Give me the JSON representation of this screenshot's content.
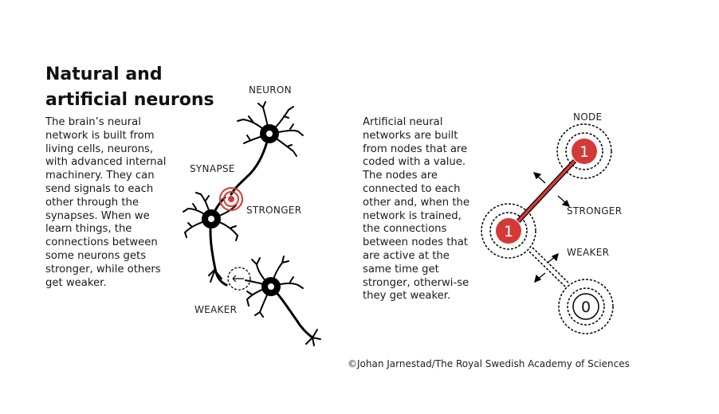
{
  "title_line1": "Natural and",
  "title_line2": "artificial neurons",
  "left_paragraph": "The brain’s neural network is built from living cells, neurons, with advanced internal machinery. They can send signals to each other through the synapses. When we learn things, the connections between some neurons gets stronger, while others get weaker.",
  "right_paragraph": "Artificial neural networks are built from nodes that are coded with a value. The nodes are connected to each other and, when the network is trained, the connections between nodes that are active at the same time get stronger, otherwi-se they get weaker.",
  "labels": {
    "neuron": "NEURON",
    "synapse": "SYNAPSE",
    "stronger_left": "STRONGER",
    "weaker_left": "WEAKER",
    "node": "NODE",
    "stronger_right": "STRONGER",
    "weaker_right": "WEAKER"
  },
  "nodes": {
    "top_value": "1",
    "middle_value": "1",
    "bottom_value": "0"
  },
  "credit": "©Johan Jarnestad/The Royal Swedish Academy of Sciences",
  "colors": {
    "accent": "#d33a36",
    "ink": "#000000"
  }
}
